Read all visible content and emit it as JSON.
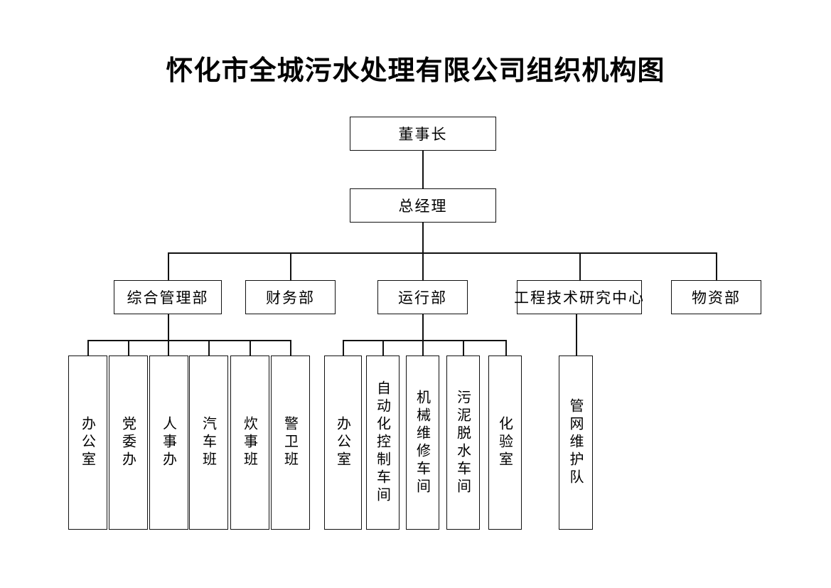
{
  "title": "怀化市全城污水处理有限公司组织机构图",
  "colors": {
    "background": "#ffffff",
    "line": "#111111",
    "text": "#000000",
    "box_border": "#111111"
  },
  "nodes": {
    "chairman": "董事长",
    "general_manager": "总经理",
    "departments": [
      "综合管理部",
      "财务部",
      "运行部",
      "工程技术研究中心",
      "物资部"
    ],
    "general_admin_units": [
      "办公室",
      "党委办",
      "人事办",
      "汽车班",
      "炊事班",
      "警卫班"
    ],
    "operations_units": [
      "办公室",
      "自动化控制车间",
      "机械维修车间",
      "污泥脱水车间",
      "化验室"
    ],
    "engineering_units": [
      "管网维护队"
    ],
    "finance_units": [],
    "materials_units": []
  }
}
